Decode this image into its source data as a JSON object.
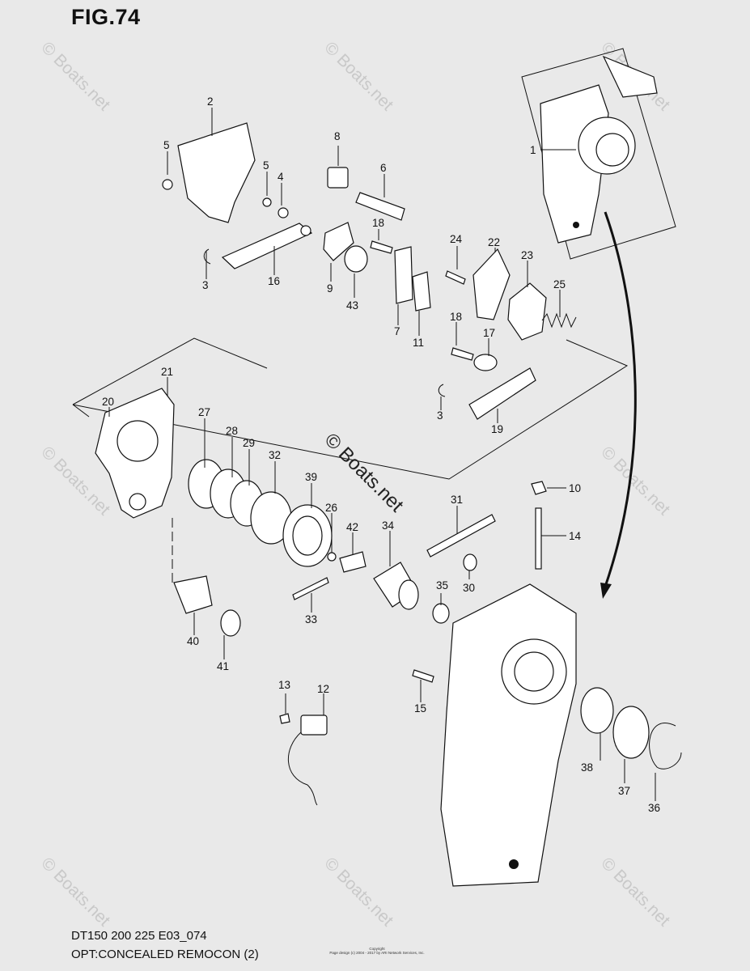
{
  "figure_title": "FIG.74",
  "model_line": "DT150 200 225 E03_074",
  "diagram_title": "OPT:CONCEALED REMOCON (2)",
  "copyright": {
    "heading": "Copyright",
    "line": "Page design (c) 2004 - 2017 by ARI Network Services, Inc."
  },
  "watermark_text": "© Boats.net",
  "callouts": [
    {
      "id": "c1",
      "label": "1"
    },
    {
      "id": "c2",
      "label": "2"
    },
    {
      "id": "c3a",
      "label": "3"
    },
    {
      "id": "c3b",
      "label": "3"
    },
    {
      "id": "c4",
      "label": "4"
    },
    {
      "id": "c5a",
      "label": "5"
    },
    {
      "id": "c5b",
      "label": "5"
    },
    {
      "id": "c6",
      "label": "6"
    },
    {
      "id": "c7",
      "label": "7"
    },
    {
      "id": "c8",
      "label": "8"
    },
    {
      "id": "c9",
      "label": "9"
    },
    {
      "id": "c10",
      "label": "10"
    },
    {
      "id": "c11",
      "label": "11"
    },
    {
      "id": "c12",
      "label": "12"
    },
    {
      "id": "c13",
      "label": "13"
    },
    {
      "id": "c14",
      "label": "14"
    },
    {
      "id": "c15",
      "label": "15"
    },
    {
      "id": "c16",
      "label": "16"
    },
    {
      "id": "c17",
      "label": "17"
    },
    {
      "id": "c18a",
      "label": "18"
    },
    {
      "id": "c18b",
      "label": "18"
    },
    {
      "id": "c19",
      "label": "19"
    },
    {
      "id": "c20",
      "label": "20"
    },
    {
      "id": "c21",
      "label": "21"
    },
    {
      "id": "c22",
      "label": "22"
    },
    {
      "id": "c23",
      "label": "23"
    },
    {
      "id": "c24",
      "label": "24"
    },
    {
      "id": "c25",
      "label": "25"
    },
    {
      "id": "c26",
      "label": "26"
    },
    {
      "id": "c27",
      "label": "27"
    },
    {
      "id": "c28",
      "label": "28"
    },
    {
      "id": "c29",
      "label": "29"
    },
    {
      "id": "c30",
      "label": "30"
    },
    {
      "id": "c31",
      "label": "31"
    },
    {
      "id": "c32",
      "label": "32"
    },
    {
      "id": "c33",
      "label": "33"
    },
    {
      "id": "c34",
      "label": "34"
    },
    {
      "id": "c35",
      "label": "35"
    },
    {
      "id": "c36",
      "label": "36"
    },
    {
      "id": "c37",
      "label": "37"
    },
    {
      "id": "c38",
      "label": "38"
    },
    {
      "id": "c39",
      "label": "39"
    },
    {
      "id": "c40",
      "label": "40"
    },
    {
      "id": "c41",
      "label": "41"
    },
    {
      "id": "c42",
      "label": "42"
    },
    {
      "id": "c43",
      "label": "43"
    }
  ]
}
